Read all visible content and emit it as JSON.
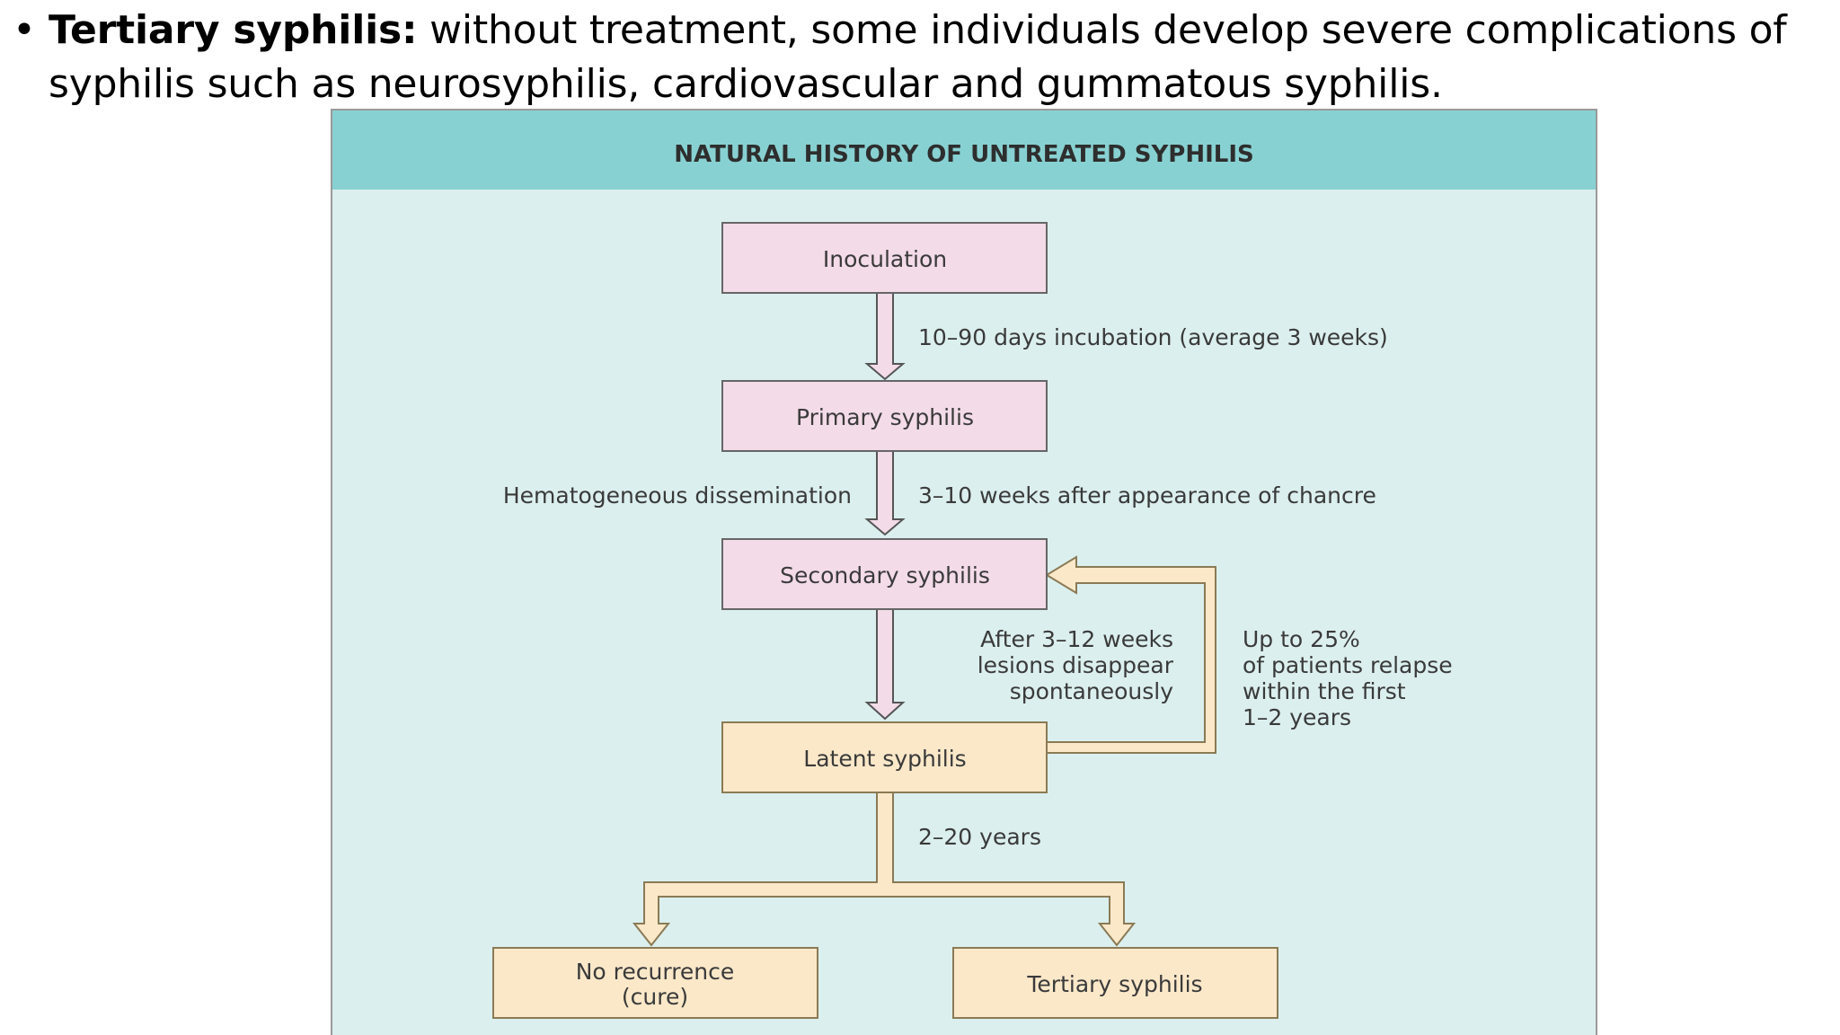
{
  "bullet": {
    "marker": "•",
    "heading": "Tertiary syphilis:",
    "text": " without treatment, some individuals develop severe complications of syphilis such as neurosyphilis, cardiovascular and gummatous  syphilis."
  },
  "figure": {
    "title": "NATURAL HISTORY OF UNTREATED SYPHILIS",
    "colors": {
      "header": "#88d1d2",
      "panel": "#dbefee",
      "stage_early_fill": "#f3dbe8",
      "stage_late_fill": "#fbe8c9",
      "box_stroke": "#6b6b6b",
      "late_arrow_stroke": "#8a7a55"
    },
    "nodes": {
      "inoculation": "Inoculation",
      "primary": "Primary syphilis",
      "secondary": "Secondary syphilis",
      "latent": "Latent syphilis",
      "no_recurrence_line1": "No recurrence",
      "no_recurrence_line2": "(cure)",
      "tertiary": "Tertiary syphilis"
    },
    "labels": {
      "incubation": "10–90 days incubation (average 3 weeks)",
      "hematogeneous": "Hematogeneous dissemination",
      "chancre": "3–10 weeks after appearance of chancre",
      "lesions_line1": "After 3–12 weeks",
      "lesions_line2": "lesions disappear",
      "lesions_line3": "spontaneously",
      "relapse_line1": "Up to 25%",
      "relapse_line2": "of patients relapse",
      "relapse_line3": "within the first",
      "relapse_line4": "1–2 years",
      "years": "2–20 years"
    }
  }
}
